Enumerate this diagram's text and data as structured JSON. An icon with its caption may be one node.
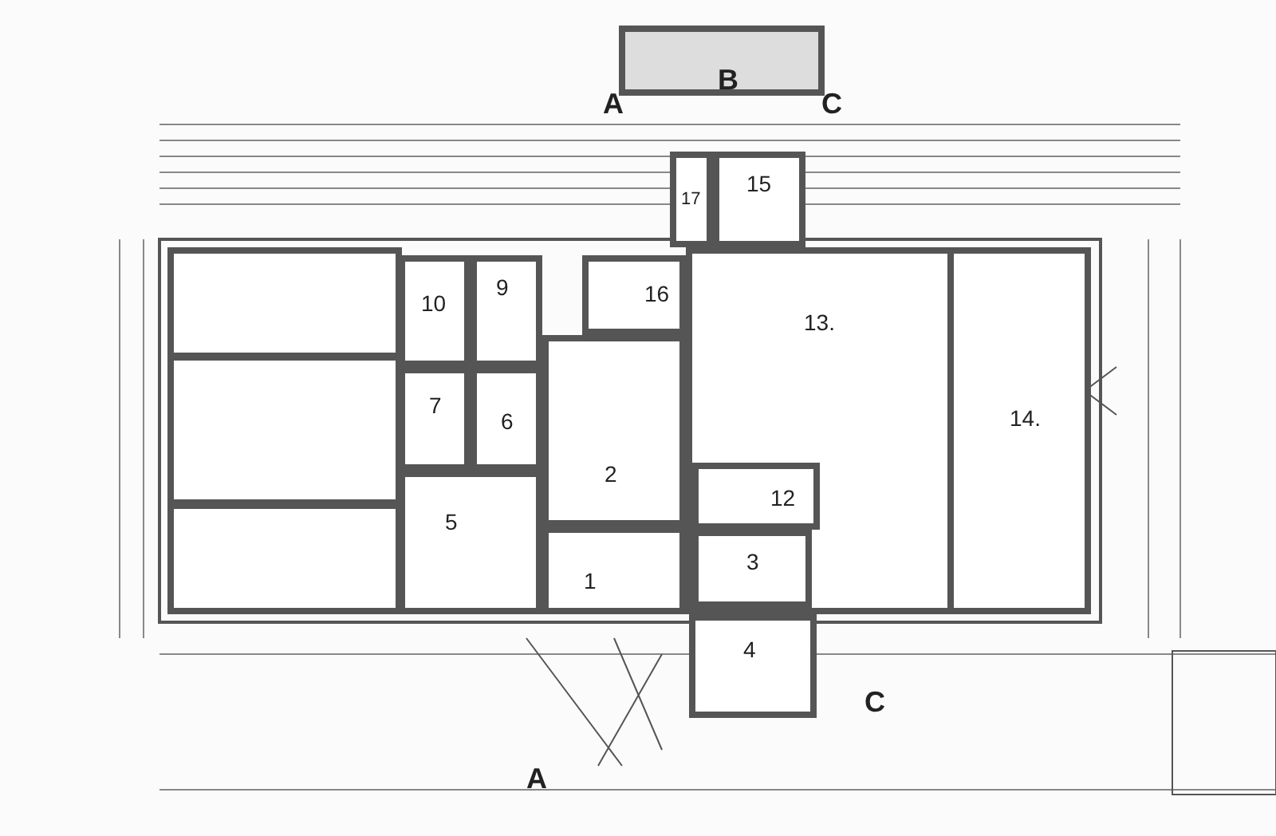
{
  "diagram": {
    "nodes": [
      {
        "text": [
          "17"
        ]
      },
      {
        "text": [
          "15"
        ]
      },
      {
        "text": [
          "10"
        ]
      },
      {
        "text": [
          "9"
        ]
      },
      {
        "text": [
          "16"
        ]
      },
      {
        "text": [
          "13."
        ]
      },
      {
        "text": [
          "14."
        ]
      },
      {
        "text": [],
        "shape": "box"
      },
      {
        "text": [
          "7"
        ]
      },
      {
        "text": [
          "6"
        ]
      },
      {
        "text": [
          "2"
        ]
      },
      {
        "text": [],
        "shape": "box"
      },
      {
        "text": [
          "12"
        ],
        "in": 5
      },
      {
        "text": [
          "5"
        ]
      },
      {
        "text": [
          "1"
        ]
      },
      {
        "text": [
          "3"
        ],
        "in": 5
      },
      {
        "text": [],
        "shape": "box"
      },
      {
        "text": [
          "4"
        ]
      }
    ],
    "labels": [
      "A",
      "B",
      "C",
      "C",
      "A"
    ]
  }
}
